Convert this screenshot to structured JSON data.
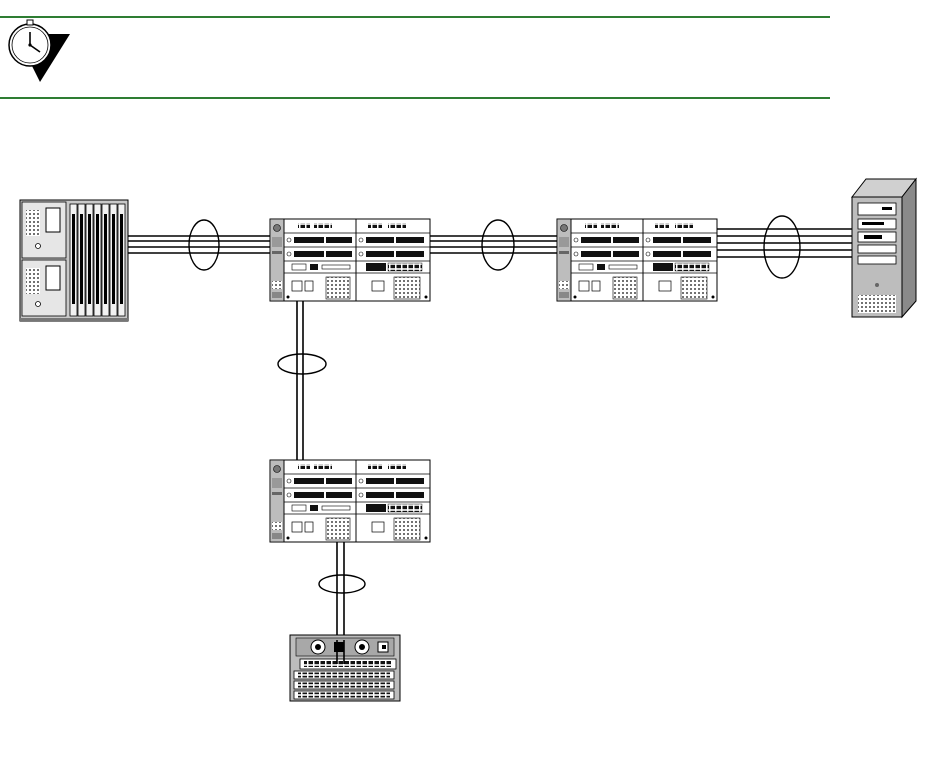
{
  "note": {
    "icon": "stopwatch-icon",
    "rule_color": "#2e7d32"
  },
  "devices": [
    {
      "id": "chassis-left",
      "kind": "modular chassis"
    },
    {
      "id": "switch-top-center",
      "kind": "stackable switch"
    },
    {
      "id": "switch-top-right",
      "kind": "stackable switch"
    },
    {
      "id": "server-right",
      "kind": "tower server"
    },
    {
      "id": "switch-middle",
      "kind": "stackable switch"
    },
    {
      "id": "switch-bottom",
      "kind": "stackable switch"
    }
  ],
  "links": [
    {
      "from": "chassis-left",
      "to": "switch-top-center",
      "cables": 4,
      "aggregated": true
    },
    {
      "from": "switch-top-center",
      "to": "switch-top-right",
      "cables": 4,
      "aggregated": true
    },
    {
      "from": "switch-top-right",
      "to": "server-right",
      "cables": 5,
      "aggregated": true
    },
    {
      "from": "switch-top-center",
      "to": "switch-middle",
      "cables": 2,
      "aggregated": true
    },
    {
      "from": "switch-middle",
      "to": "switch-bottom",
      "cables": 2,
      "aggregated": true
    }
  ]
}
